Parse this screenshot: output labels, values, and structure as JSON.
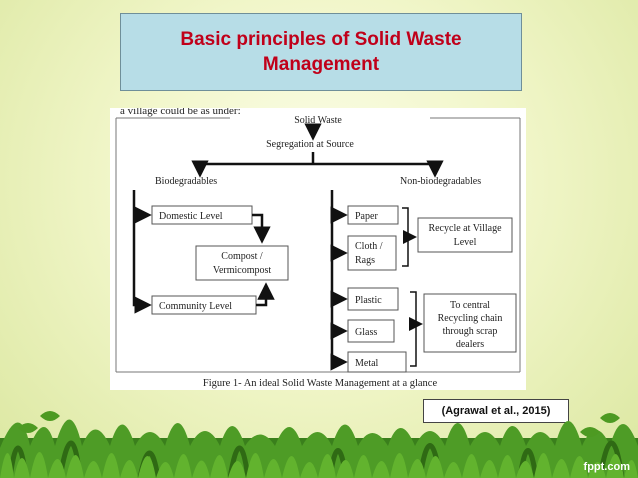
{
  "slide": {
    "title_line1": "Basic principles of Solid Waste",
    "title_line2": "Management",
    "citation": "(Agrawal et al., 2015)",
    "brand": "fppt.com"
  },
  "figure": {
    "cutoff_text": "a village could be as under:",
    "root": "Solid Waste",
    "segregation": "Segregation at Source",
    "biodegradables": "Biodegradables",
    "non_biodegradables": "Non-biodegradables",
    "domestic_level": "Domestic Level",
    "community_level": "Community Level",
    "compost_line1": "Compost /",
    "compost_line2": "Vermicompost",
    "paper": "Paper",
    "cloth_line1": "Cloth /",
    "cloth_line2": "Rags",
    "plastic": "Plastic",
    "glass": "Glass",
    "metal": "Metal",
    "recycle_village_line1": "Recycle at Village",
    "recycle_village_line2": "Level",
    "central_line1": "To central",
    "central_line2": "Recycling chain",
    "central_line3": "through scrap",
    "central_line4": "dealers",
    "caption": "Figure 1- An ideal Solid Waste Management at a glance"
  },
  "colors": {
    "title_text": "#c0001a",
    "title_box": "#b7dde7",
    "background": "#f1f6c9",
    "grass": "#3c8a1e"
  }
}
